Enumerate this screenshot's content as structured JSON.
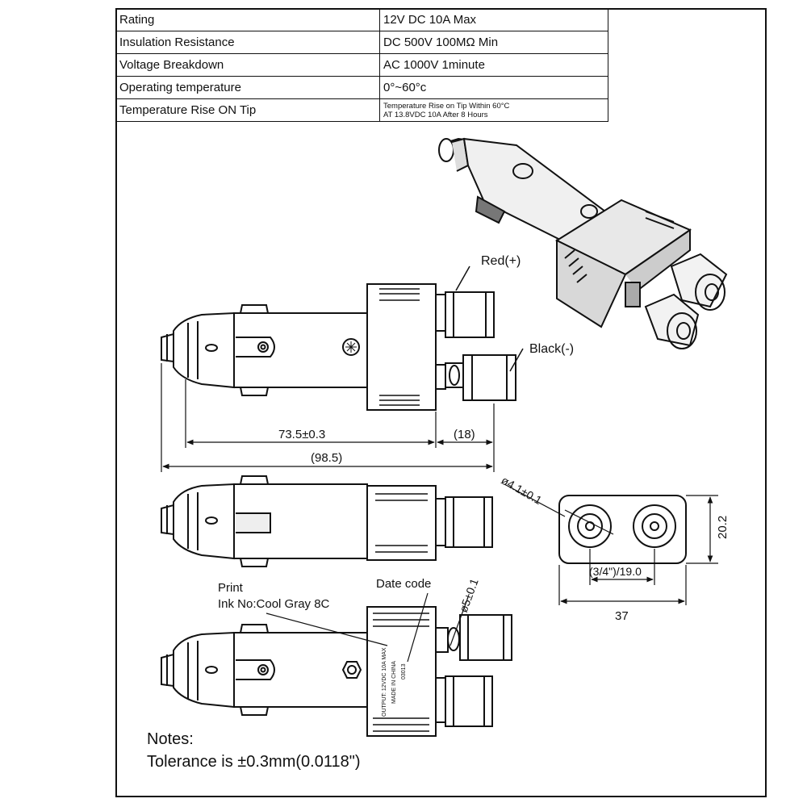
{
  "specs": {
    "rows": [
      {
        "label": "Rating",
        "value": "12V DC 10A Max"
      },
      {
        "label": "Insulation Resistance",
        "value": "DC 500V 100MΩ  Min"
      },
      {
        "label": "Voltage Breakdown",
        "value": "AC 1000V 1minute"
      },
      {
        "label": "Operating temperature",
        "value": "0°~60°c"
      },
      {
        "label": "Temperature Rise ON Tip",
        "value_line1": "Temperature Rise on Tip  Within 60°C",
        "value_line2": "AT 13.8VDC 10A After 8 Hours"
      }
    ]
  },
  "labels": {
    "red": "Red(+)",
    "black": "Black(-)",
    "dim_body": "73.5±0.3",
    "dim_terminal": "(18)",
    "dim_total": "(98.5)",
    "dim_hole": "ø4.1±0.1",
    "dim_height": "20.2",
    "dim_spacing": "(3/4\")/19.0",
    "dim_width": "37",
    "print_line1": "Print",
    "print_line2": "Ink No:Cool Gray 8C",
    "date_code": "Date code",
    "dim_thread": "ø5±0.1",
    "housing_print1": "OUTPUT: 12VDC 10A MAX",
    "housing_print2": "MADE IN CHINA",
    "housing_print3": "03013"
  },
  "notes": {
    "title": "Notes:",
    "tolerance": "Tolerance is ±0.3mm(0.0118\")"
  }
}
